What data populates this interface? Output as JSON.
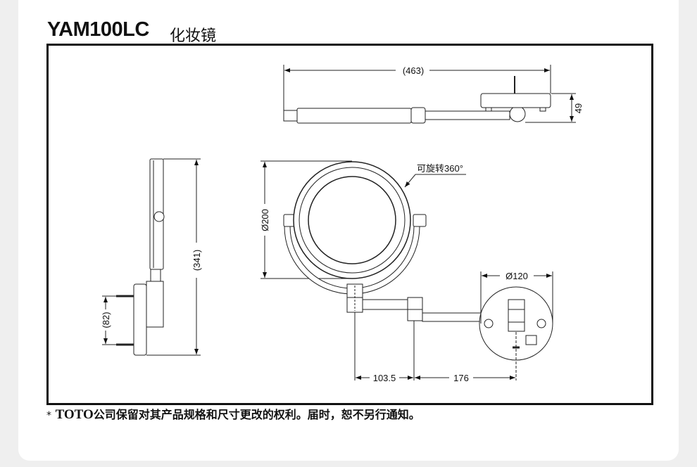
{
  "header": {
    "model": "YAM100LC",
    "product_name": "化妆镜"
  },
  "drawing": {
    "dimensions": {
      "overall_depth": "(463)",
      "plate_thickness": "49",
      "mirror_diameter": "Ø200",
      "rotation_note": "可旋转360°",
      "plate_diameter": "Ø120",
      "arm_segment_1": "103.5",
      "arm_segment_2": "176",
      "overall_height": "(341)",
      "screw_spacing": "(82)"
    }
  },
  "footer": {
    "asterisk": "*",
    "brand": "TOTO",
    "note": "公司保留对其产品规格和尺寸更改的权利。届时，恕不另行通知。"
  }
}
